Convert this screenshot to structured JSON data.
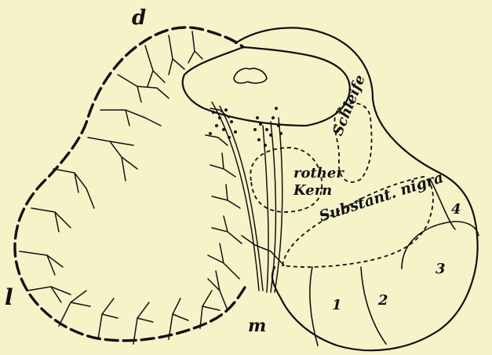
{
  "figure": {
    "edge_labels": {
      "dorsal": "d",
      "lateral": "l",
      "medial": "m"
    },
    "region_labels": {
      "red_nucleus_line1": "rother",
      "red_nucleus_line2": "Kern",
      "lemniscus": "Schleife",
      "substantia_nigra": "Substant. nigra"
    },
    "peduncle_numbers": [
      "1",
      "2",
      "3",
      "4"
    ]
  }
}
